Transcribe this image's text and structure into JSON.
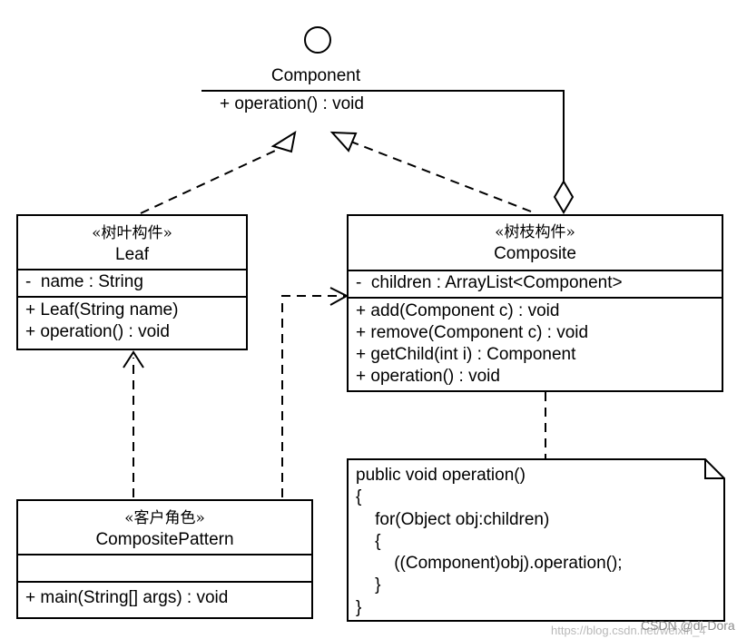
{
  "component": {
    "name": "Component",
    "operation": "+ operation() : void"
  },
  "leaf": {
    "stereotype": "«树叶构件»",
    "name": "Leaf",
    "attr_visibility": "-",
    "attr_text": "name : String",
    "ops": [
      "+ Leaf(String name)",
      "+ operation() : void"
    ]
  },
  "composite": {
    "stereotype": "«树枝构件»",
    "name": "Composite",
    "attr_visibility": "-",
    "attr_text": "children : ArrayList<Component>",
    "ops": [
      "+ add(Component c) : void",
      "+ remove(Component c) : void",
      "+ getChild(int i) : Component",
      "+ operation() : void"
    ]
  },
  "client": {
    "stereotype": "«客户角色»",
    "name": "CompositePattern",
    "ops": [
      "+ main(String[] args) : void"
    ]
  },
  "note": {
    "lines": [
      "public void operation()",
      "{",
      "    for(Object obj:children)",
      "    {",
      "        ((Component)obj).operation();",
      "    }",
      "}"
    ]
  },
  "watermark": {
    "url": "https://blog.csdn.net/weixin_4",
    "credit": "CSDN @di-Dora"
  }
}
